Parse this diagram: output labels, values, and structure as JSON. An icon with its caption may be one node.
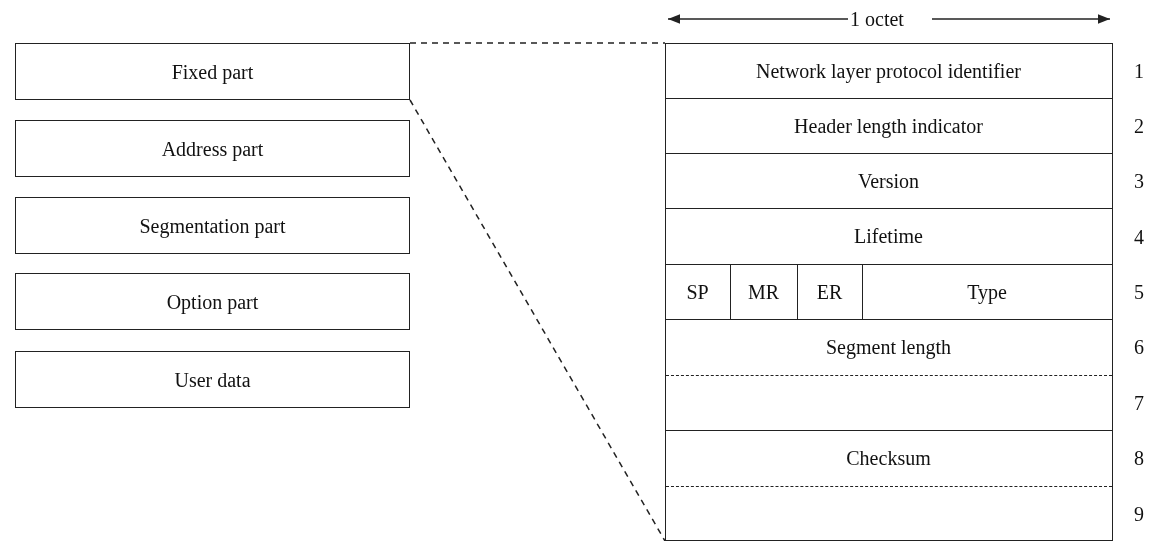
{
  "diagram": {
    "nodes": [
      {
        "text": [
          "Fixed part"
        ]
      },
      {
        "text": [
          "Address part"
        ]
      },
      {
        "text": [
          "Segmentation part"
        ]
      },
      {
        "text": [
          "Option part"
        ]
      },
      {
        "text": [
          "User data"
        ]
      },
      {
        "text": [],
        "shape": "box"
      },
      {
        "text": [
          "Network layer protocol identifier"
        ],
        "in": 5
      },
      {
        "text": [
          "Header length indicator"
        ],
        "in": 5
      },
      {
        "text": [
          "Version"
        ],
        "in": 5
      },
      {
        "text": [
          "Lifetime"
        ],
        "in": 5
      },
      {
        "text": [
          "SP"
        ],
        "in": 5
      },
      {
        "text": [
          "MR"
        ],
        "in": 5
      },
      {
        "text": [
          "ER"
        ],
        "in": 5
      },
      {
        "text": [
          "Type"
        ],
        "in": 5
      },
      {
        "text": [
          "Segment length"
        ],
        "in": 5
      },
      {
        "text": [
          "Checksum"
        ],
        "in": 5
      }
    ],
    "edges": [
      {
        "from": 0,
        "to": 5,
        "arrow": "none",
        "style": "dashed"
      },
      {
        "from": 0,
        "to": 5,
        "arrow": "none",
        "style": "dashed"
      }
    ],
    "labels": [
      "1 octet",
      "1",
      "2",
      "3",
      "4",
      "5",
      "6",
      "7",
      "8",
      "9"
    ]
  }
}
